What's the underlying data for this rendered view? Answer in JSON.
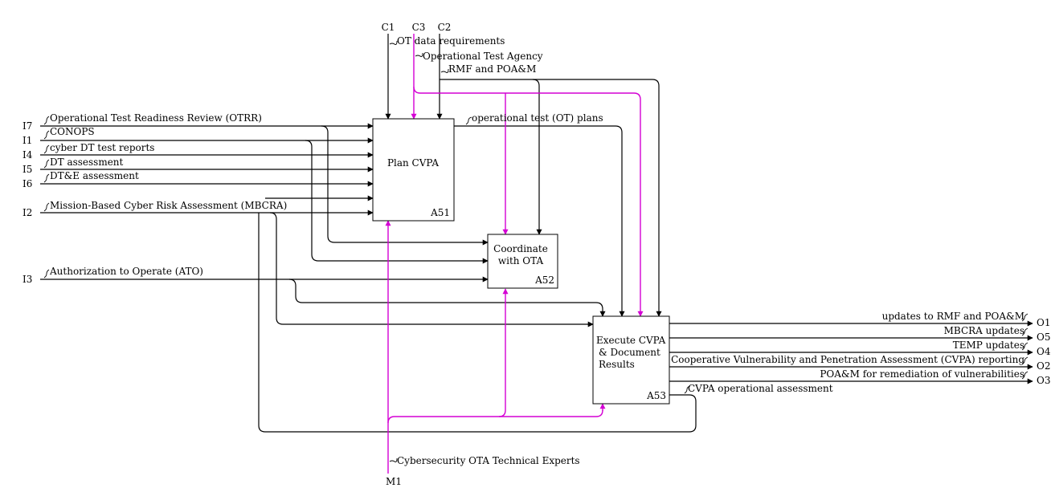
{
  "boxes": {
    "a51": {
      "title": "Plan CVPA",
      "id": "A51"
    },
    "a52": {
      "title_line1": "Coordinate",
      "title_line2": "with OTA",
      "id": "A52"
    },
    "a53": {
      "title_line1": "Execute CVPA",
      "title_line2": "& Document",
      "title_line3": "Results",
      "id": "A53"
    }
  },
  "inputs": [
    {
      "code": "I7",
      "label": "Operational Test Readiness Review (OTRR)"
    },
    {
      "code": "I1",
      "label": "CONOPS"
    },
    {
      "code": "I4",
      "label": "cyber DT test reports"
    },
    {
      "code": "I5",
      "label": "DT assessment"
    },
    {
      "code": "I6",
      "label": "DT&E assessment"
    },
    {
      "code": "I2",
      "label": "Mission-Based Cyber Risk Assessment (MBCRA)"
    },
    {
      "code": "I3",
      "label": "Authorization to Operate (ATO)"
    }
  ],
  "controls": [
    {
      "code": "C1",
      "label": "OT data requirements"
    },
    {
      "code": "C3",
      "label": "Operational Test Agency"
    },
    {
      "code": "C2",
      "label": "RMF and POA&M"
    }
  ],
  "mechanisms": [
    {
      "code": "M1",
      "label": "Cybersecurity OTA Technical Experts"
    }
  ],
  "outputs": [
    {
      "code": "O1",
      "label": "updates to RMF and POA&M"
    },
    {
      "code": "O5",
      "label": "MBCRA updates"
    },
    {
      "code": "O4",
      "label": "TEMP updates"
    },
    {
      "code": "O2",
      "label": "Cooperative Vulnerability and Penetration Assessment (CVPA) reporting"
    },
    {
      "code": "O3",
      "label": "POA&M for remediation of vulnerabilities"
    }
  ],
  "internal_flows": [
    {
      "label": "operational test (OT) plans"
    },
    {
      "label": "CVPA operational assessment"
    }
  ],
  "colors": {
    "line": "#000000",
    "mechanism_line": "#d400d4"
  }
}
